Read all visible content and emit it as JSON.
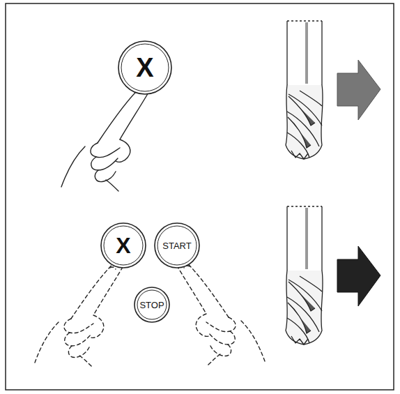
{
  "diagram": {
    "nodes": [
      {
        "text": [
          "X"
        ]
      },
      {
        "text": [
          "X"
        ]
      },
      {
        "text": [
          "START"
        ]
      },
      {
        "text": [
          "STOP"
        ]
      }
    ]
  }
}
